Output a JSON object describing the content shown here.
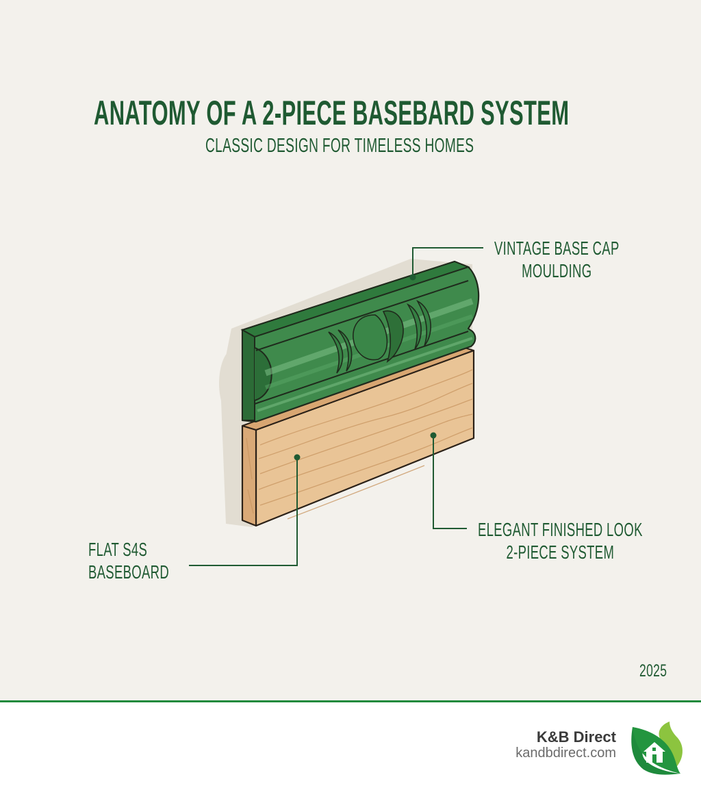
{
  "header": {
    "title": "ANATOMY OF A 2-PIECE BASEBARD SYSTEM",
    "subtitle": "CLASSIC DESIGN FOR TIMELESS HOMES"
  },
  "callouts": {
    "base_cap": {
      "line1": "VINTAGE BASE CAP",
      "line2": "MOULDING"
    },
    "baseboard": {
      "line1": "FLAT S4S",
      "line2": "BASEBOARD"
    },
    "finished_look": {
      "line1": "ELEGANT FINISHED LOOK",
      "line2": "2-PIECE SYSTEM"
    }
  },
  "year": "2025",
  "footer": {
    "brand_name": "K&B Direct",
    "brand_url": "kandbdirect.com",
    "logo_icon": "leaf-house-logo"
  },
  "colors": {
    "background": "#f3f1ec",
    "text_green": "#1f5a32",
    "moulding_green": "#3f8a4c",
    "wood": "#e6bf8e",
    "divider": "#1e8a3c",
    "outline": "#2b2118"
  }
}
